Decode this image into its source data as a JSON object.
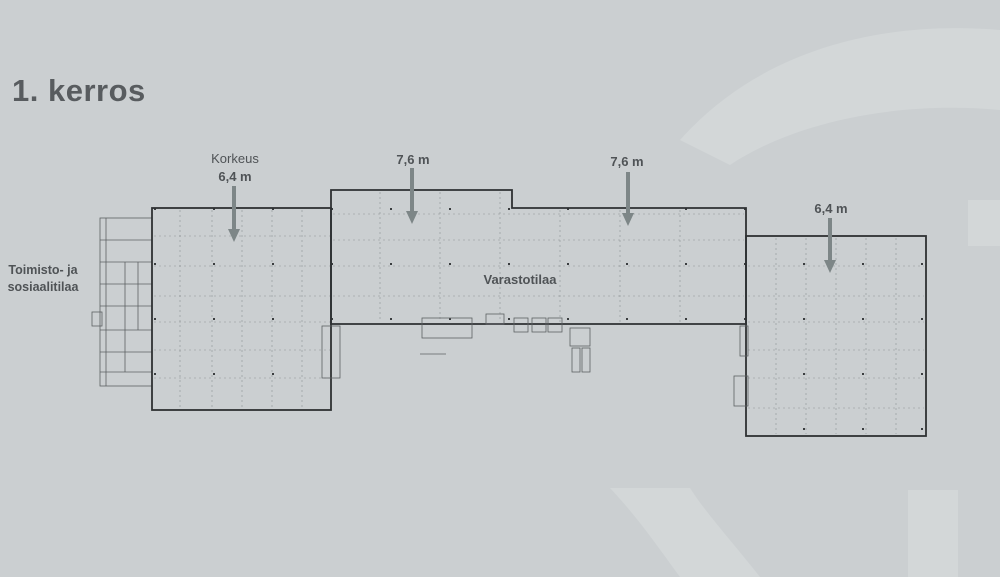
{
  "page": {
    "title": "1. kerros"
  },
  "heights": [
    {
      "caption": "Korkeus",
      "value": "6,4 m"
    },
    {
      "caption": "",
      "value": "7,6 m"
    },
    {
      "caption": "",
      "value": "7,6 m"
    },
    {
      "caption": "",
      "value": "6,4 m"
    }
  ],
  "zones": {
    "office": "Toimisto- ja sosiaalitilaa",
    "warehouse": "Varastotilaa"
  },
  "colors": {
    "background": "#cbcfd1",
    "text": "#4f5356",
    "arrow": "#7d8687",
    "wall": "#2e3133"
  }
}
